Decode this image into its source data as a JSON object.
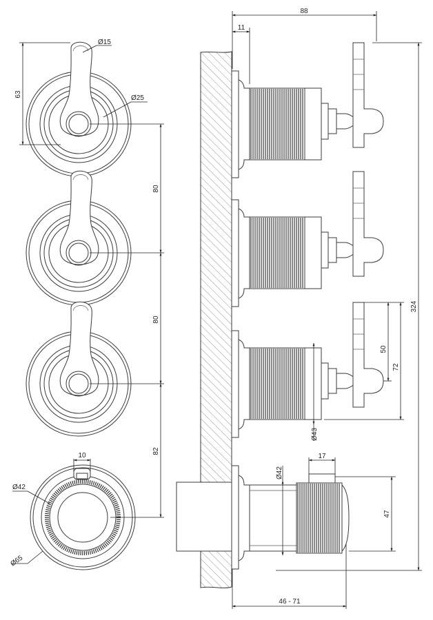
{
  "dimensions": {
    "total_depth": "88",
    "offset_top": "11",
    "lever_dia": "Ø15",
    "hub_dia": "Ø25",
    "lever_height": "63",
    "spacing_1": "80",
    "spacing_2": "80",
    "spacing_3": "82",
    "total_height": "324",
    "lever_rise": "50",
    "lever_span": "72",
    "knob_dia": "Ø43",
    "nozzle_dia": "Ø42",
    "pin_width": "17",
    "ring_height": "47",
    "ring_dia": "Ø42",
    "plate_dia": "Ø65",
    "pin_gap": "10",
    "depth_range": "46 - 71"
  },
  "colors": {
    "line": "#3a3a3a",
    "knurl": "#2a2a2a",
    "background": "#ffffff"
  }
}
